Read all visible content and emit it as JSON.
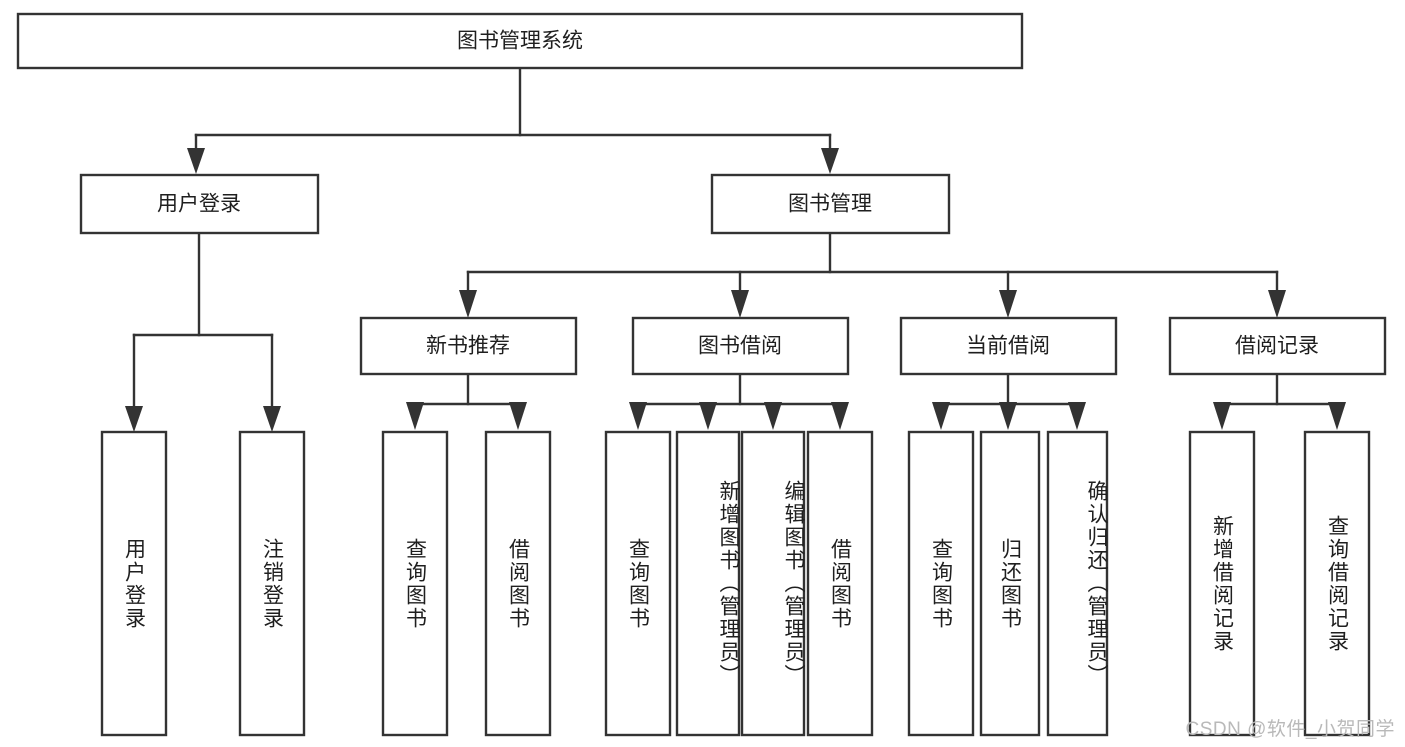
{
  "diagram": {
    "title": "图书管理系统",
    "watermark": "CSDN @软件_小贺同学",
    "colors": {
      "stroke": "#333333",
      "fill": "#ffffff",
      "text": "#1f1f1f",
      "watermark": "#b9b9b9"
    },
    "root": {
      "label": "图书管理系统"
    },
    "level1": [
      {
        "label": "用户登录"
      },
      {
        "label": "图书管理"
      }
    ],
    "level2": [
      {
        "label": "新书推荐"
      },
      {
        "label": "图书借阅"
      },
      {
        "label": "当前借阅"
      },
      {
        "label": "借阅记录"
      }
    ],
    "leaves": {
      "user_login": [
        {
          "label": "用户登录"
        },
        {
          "label": "注销登录"
        }
      ],
      "new_book_recommend": [
        {
          "label": "查询图书"
        },
        {
          "label": "借阅图书"
        }
      ],
      "book_borrow": [
        {
          "label": "查询图书"
        },
        {
          "label": "新增图书（管理员）"
        },
        {
          "label": "编辑图书（管理员）"
        },
        {
          "label": "借阅图书"
        }
      ],
      "current_borrow": [
        {
          "label": "查询图书"
        },
        {
          "label": "归还图书"
        },
        {
          "label": "确认归还（管理员）"
        }
      ],
      "borrow_record": [
        {
          "label": "新增借阅记录"
        },
        {
          "label": "查询借阅记录"
        }
      ]
    }
  }
}
